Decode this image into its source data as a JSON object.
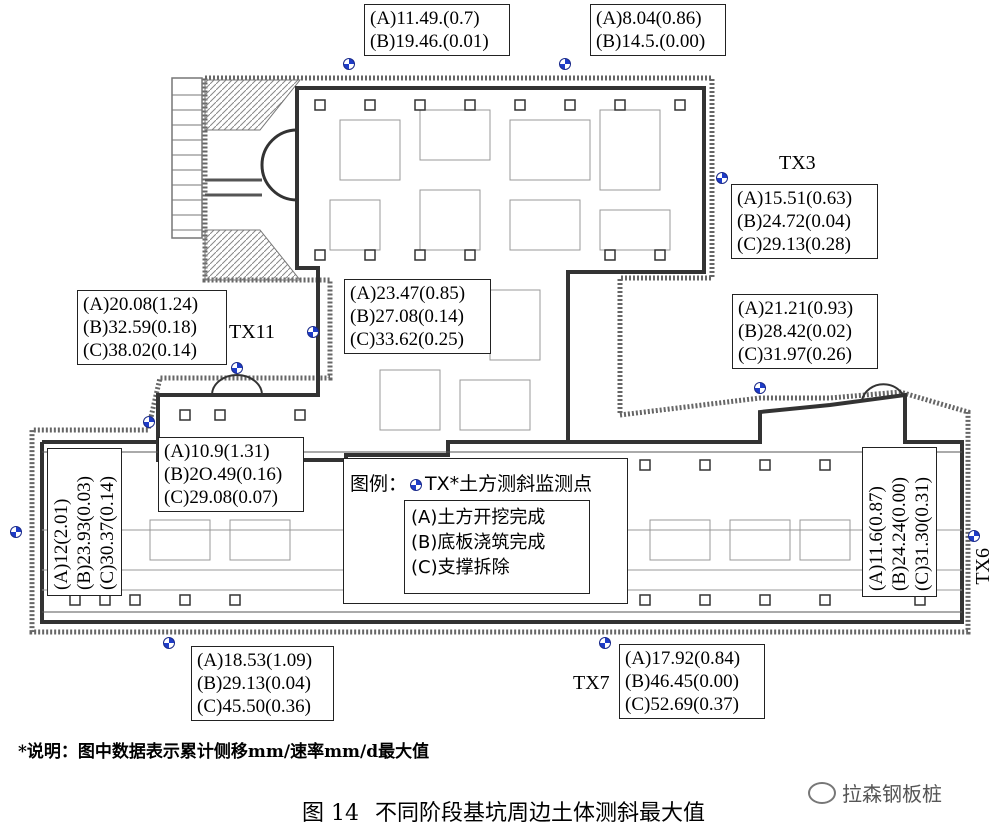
{
  "readings": {
    "north_left": {
      "a": "(A)11.49.(0.7)",
      "b": "(B)19.46.(0.01)"
    },
    "north_right": {
      "a": "(A)8.04(0.86)",
      "b": "(B)14.5.(0.00)"
    },
    "tx3": {
      "label": "TX3",
      "a": "(A)15.51(0.63)",
      "b": "(B)24.72(0.04)",
      "c": "(C)29.13(0.28)"
    },
    "tx11": {
      "label": "TX11",
      "a": "(A)20.08(1.24)",
      "b": "(B)32.59(0.18)",
      "c": "(C)38.02(0.14)"
    },
    "center_top": {
      "a": "(A)23.47(0.85)",
      "b": "(B)27.08(0.14)",
      "c": "(C)33.62(0.25)"
    },
    "east_mid": {
      "a": "(A)21.21(0.93)",
      "b": "(B)28.42(0.02)",
      "c": "(C)31.97(0.26)"
    },
    "west_inner": {
      "a": "(A)10.9(1.31)",
      "b": "(B)2O.49(0.16)",
      "c": "(C)29.08(0.07)"
    },
    "west_vertical": {
      "a": "(A)12(2.01)",
      "b": "(B)23.93(0.03)",
      "c": "(C)30.37(0.14)"
    },
    "tx6": {
      "label": "TX6",
      "a": "(A)11.6(0.87)",
      "b": "(B)24.24(0.00)",
      "c": "(C)31.30(0.31)"
    },
    "south_left": {
      "a": "(A)18.53(1.09)",
      "b": "(B)29.13(0.04)",
      "c": "(C)45.50(0.36)"
    },
    "tx7": {
      "label": "TX7",
      "a": "(A)17.92(0.84)",
      "b": "(B)46.45(0.00)",
      "c": "(C)52.69(0.37)"
    }
  },
  "legend": {
    "title_prefix": "图例：",
    "title_suffix": "TX*土方测斜监测点",
    "stage_a": "(A)土方开挖完成",
    "stage_b": "(B)底板浇筑完成",
    "stage_c": "(C)支撑拆除"
  },
  "note": "*说明：图中数据表示累计侧移mm/速率mm/d最大值",
  "watermark": "拉森钢板桩",
  "caption": {
    "number": "图 14",
    "title": "不同阶段基坑周边土体测斜最大值"
  },
  "colors": {
    "marker": "#1e3cc8",
    "wall": "#333333",
    "outline": "#555555"
  }
}
